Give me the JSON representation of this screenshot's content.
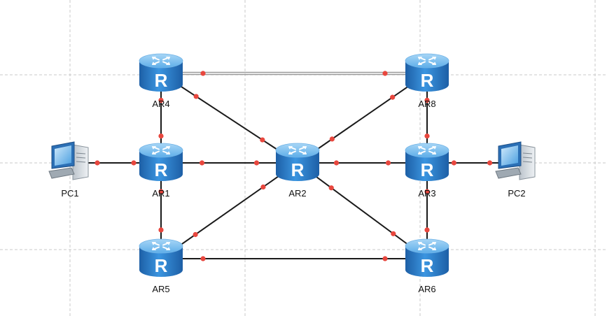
{
  "colors": {
    "background": "#ffffff",
    "grid": "#c8c8c8",
    "link": "#1a1a1a",
    "port_dot": "#e8473e",
    "router_top": "#7fc0ef",
    "router_body": "#2f86d6",
    "router_dark": "#1d5fa6"
  },
  "devices": [
    {
      "id": "AR4",
      "label": "AR4",
      "type": "router",
      "icon": "router-icon"
    },
    {
      "id": "AR8",
      "label": "AR8",
      "type": "router",
      "icon": "router-icon"
    },
    {
      "id": "AR1",
      "label": "AR1",
      "type": "router",
      "icon": "router-icon"
    },
    {
      "id": "AR2",
      "label": "AR2",
      "type": "router",
      "icon": "router-icon"
    },
    {
      "id": "AR3",
      "label": "AR3",
      "type": "router",
      "icon": "router-icon"
    },
    {
      "id": "AR5",
      "label": "AR5",
      "type": "router",
      "icon": "router-icon"
    },
    {
      "id": "AR6",
      "label": "AR6",
      "type": "router",
      "icon": "router-icon"
    },
    {
      "id": "PC1",
      "label": "PC1",
      "type": "pc",
      "icon": "pc-icon"
    },
    {
      "id": "PC2",
      "label": "PC2",
      "type": "pc",
      "icon": "pc-icon"
    }
  ],
  "links": [
    {
      "from": "AR4",
      "to": "AR8",
      "style": "double"
    },
    {
      "from": "AR4",
      "to": "AR1",
      "style": "single"
    },
    {
      "from": "AR4",
      "to": "AR2",
      "style": "single"
    },
    {
      "from": "AR8",
      "to": "AR2",
      "style": "single"
    },
    {
      "from": "AR8",
      "to": "AR3",
      "style": "single"
    },
    {
      "from": "PC1",
      "to": "AR1",
      "style": "single"
    },
    {
      "from": "AR1",
      "to": "AR2",
      "style": "single"
    },
    {
      "from": "AR2",
      "to": "AR3",
      "style": "single"
    },
    {
      "from": "AR3",
      "to": "PC2",
      "style": "single"
    },
    {
      "from": "AR1",
      "to": "AR5",
      "style": "single"
    },
    {
      "from": "AR3",
      "to": "AR6",
      "style": "single"
    },
    {
      "from": "AR2",
      "to": "AR5",
      "style": "single"
    },
    {
      "from": "AR2",
      "to": "AR6",
      "style": "single"
    },
    {
      "from": "AR5",
      "to": "AR6",
      "style": "single"
    }
  ]
}
